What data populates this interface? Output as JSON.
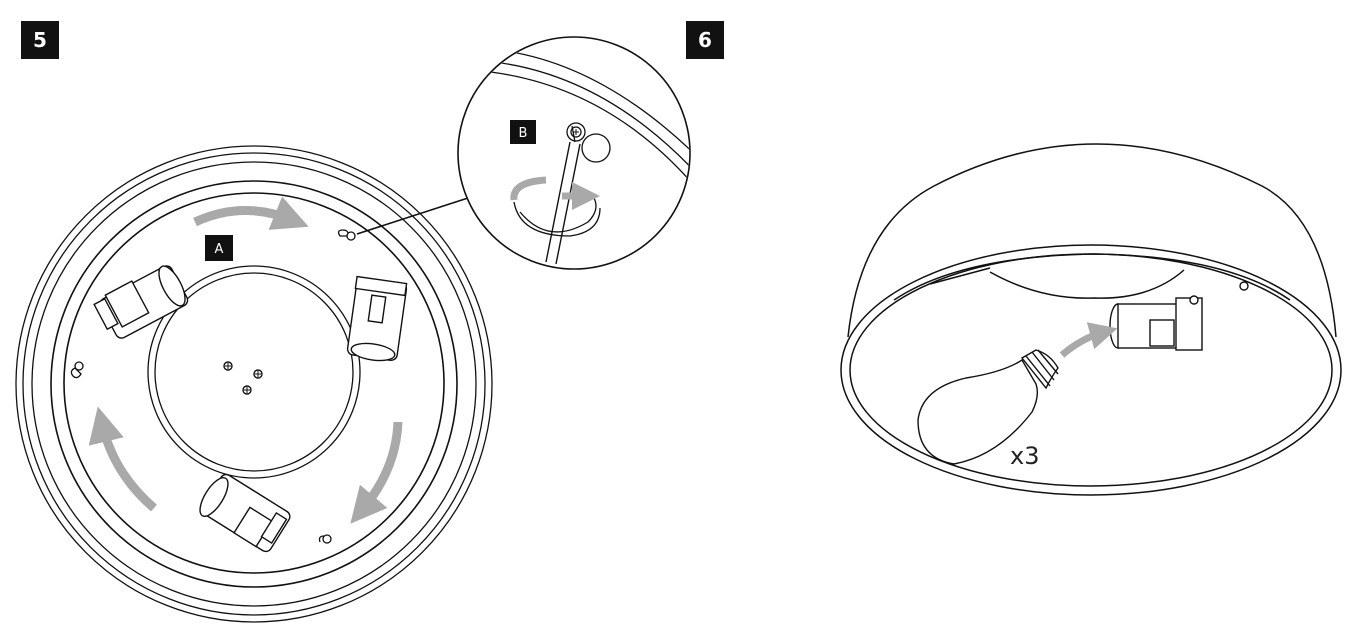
{
  "steps": {
    "left": "5",
    "right": "6"
  },
  "labels": {
    "a": "A",
    "b": "B"
  },
  "quantity": "x3",
  "colors": {
    "ink": "#111111",
    "arrow": "#a9a9a9",
    "badge_bg": "#111111",
    "badge_text": "#ffffff"
  },
  "icons": {
    "rotate_arrow": "curved-arrow-icon",
    "screw": "screw-icon",
    "screwdriver": "screwdriver-icon",
    "bulb": "light-bulb-icon"
  }
}
